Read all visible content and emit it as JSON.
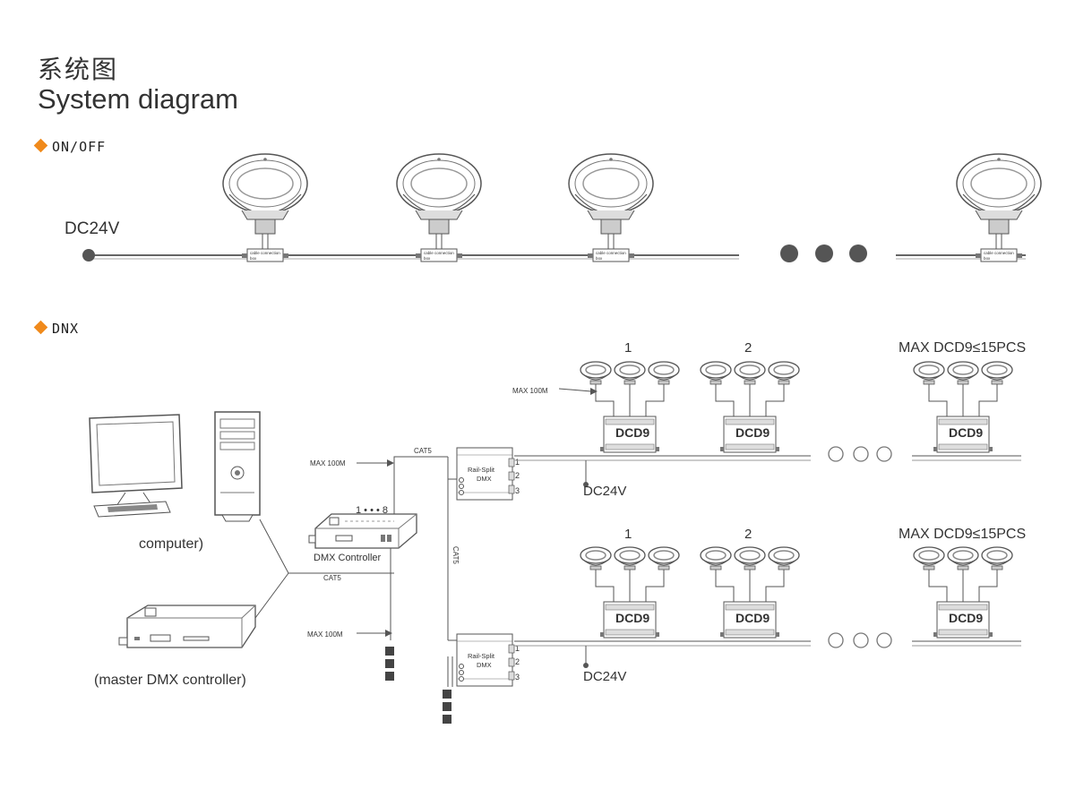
{
  "header": {
    "title_cn": "系统图",
    "title_en": "System diagram"
  },
  "onoff": {
    "heading": "ON/OFF",
    "power_label": "DC24V",
    "box_label_1": "cable connection",
    "box_label_2": "box"
  },
  "dmx": {
    "heading": "DNX",
    "computer_label": "computer)",
    "master_label": "(master DMX controller)",
    "controller_label": "DMX Controller",
    "controller_ports": "1 • • • 8",
    "cat5": "CAT5",
    "max_100m": "MAX 100M",
    "splitter_line1": "Rail-Split",
    "splitter_line2": "DMX",
    "splitter_ports": [
      "1",
      "2",
      "3"
    ],
    "power": "DC24V",
    "dcd9": "DCD9",
    "group_1": "1",
    "group_2": "2",
    "max_note": "MAX DCD9≤15PCS"
  },
  "colors": {
    "accent": "#f08a1c",
    "line": "#555555",
    "dot": "#555555"
  }
}
